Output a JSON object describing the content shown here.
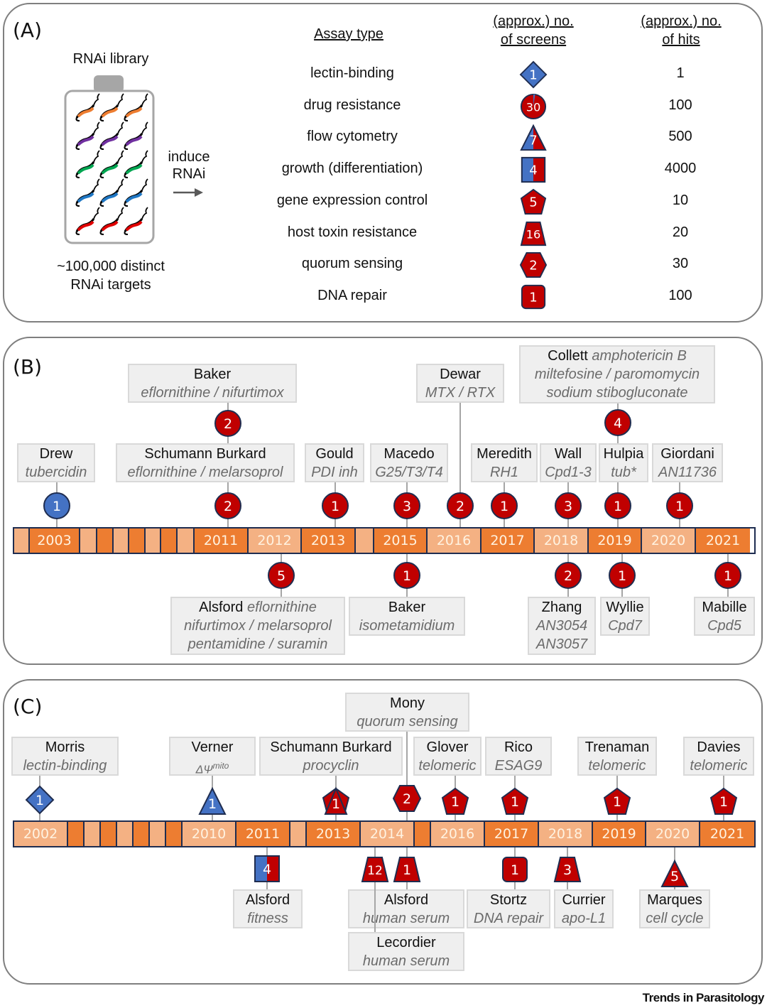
{
  "colors": {
    "red": "#c00000",
    "blue": "#4472c4",
    "outline": "#1f2d50",
    "year_dark": "#ed7d31",
    "year_light": "#f4b183",
    "box_fill": "#efefef"
  },
  "panelA": {
    "label": "(A)",
    "library_title": "RNAi library",
    "library_caption_line1": "~100,000 distinct",
    "library_caption_line2": "RNAi targets",
    "induce_line1": "induce",
    "induce_line2": "RNAi",
    "arrow_icon": "right-arrow-icon",
    "parasite_colors": [
      "#ed7d31",
      "#7030a0",
      "#00a651",
      "#1f77c4",
      "#e00000"
    ],
    "headers": {
      "assay": "Assay type",
      "screens_line1": "(approx.) no.",
      "screens_line2": "of screens",
      "hits_line1": "(approx.) no.",
      "hits_line2": "of hits"
    },
    "rows": [
      {
        "assay": "lectin-binding",
        "screens": "1",
        "hits": "1",
        "shape": "diamond",
        "fill": "blue"
      },
      {
        "assay": "drug resistance",
        "screens": "30",
        "hits": "100",
        "shape": "circle",
        "fill": "red-mostly"
      },
      {
        "assay": "flow cytometry",
        "screens": "7",
        "hits": "500",
        "shape": "triangle",
        "fill": "split"
      },
      {
        "assay": "growth (differentiation)",
        "screens": "4",
        "hits": "4000",
        "shape": "square",
        "fill": "split"
      },
      {
        "assay": "gene expression control",
        "screens": "5",
        "hits": "10",
        "shape": "pentagon",
        "fill": "red"
      },
      {
        "assay": "host toxin resistance",
        "screens": "16",
        "hits": "20",
        "shape": "trapezoid",
        "fill": "red"
      },
      {
        "assay": "quorum sensing",
        "screens": "2",
        "hits": "30",
        "shape": "hexagon",
        "fill": "red"
      },
      {
        "assay": "DNA repair",
        "screens": "1",
        "hits": "100",
        "shape": "rounded-square",
        "fill": "red"
      }
    ]
  },
  "panelB": {
    "label": "(B)",
    "years": [
      {
        "label": "",
        "tone": "light"
      },
      {
        "label": "2003",
        "tone": "dark"
      },
      {
        "label": "",
        "tone": "light"
      },
      {
        "label": "",
        "tone": "dark"
      },
      {
        "label": "",
        "tone": "light"
      },
      {
        "label": "",
        "tone": "dark"
      },
      {
        "label": "",
        "tone": "light"
      },
      {
        "label": "",
        "tone": "dark"
      },
      {
        "label": "",
        "tone": "light"
      },
      {
        "label": "2011",
        "tone": "dark"
      },
      {
        "label": "2012",
        "tone": "light"
      },
      {
        "label": "2013",
        "tone": "dark"
      },
      {
        "label": "",
        "tone": "light"
      },
      {
        "label": "2015",
        "tone": "dark"
      },
      {
        "label": "2016",
        "tone": "light"
      },
      {
        "label": "2017",
        "tone": "dark"
      },
      {
        "label": "2018",
        "tone": "light"
      },
      {
        "label": "2019",
        "tone": "dark"
      },
      {
        "label": "2020",
        "tone": "light"
      },
      {
        "label": "2021",
        "tone": "dark"
      }
    ],
    "entries": [
      {
        "author": "Drew",
        "detail": [
          "tubercidin"
        ],
        "count": "1",
        "shape": "circle",
        "fill": "blue",
        "year": "2003",
        "side": "top"
      },
      {
        "author": "Baker",
        "detail": [
          "eflornithine / nifurtimox"
        ],
        "count": "2",
        "shape": "circle",
        "fill": "red",
        "year": "2011",
        "side": "top-high"
      },
      {
        "author": "Schumann Burkard",
        "detail": [
          "eflornithine / melarsoprol"
        ],
        "count": "2",
        "shape": "circle",
        "fill": "red",
        "year": "2011",
        "side": "top"
      },
      {
        "author": "Gould",
        "detail": [
          "PDI inh"
        ],
        "count": "1",
        "shape": "circle",
        "fill": "red",
        "year": "2013",
        "side": "top"
      },
      {
        "author": "Macedo",
        "detail": [
          "G25/T3/T4"
        ],
        "count": "3",
        "shape": "circle",
        "fill": "red",
        "year": "2015",
        "side": "top"
      },
      {
        "author": "Dewar",
        "detail": [
          "MTX / RTX"
        ],
        "count": "2",
        "shape": "circle",
        "fill": "red",
        "year": "2016",
        "side": "top-high"
      },
      {
        "author": "Meredith",
        "detail": [
          "RH1"
        ],
        "count": "1",
        "shape": "circle",
        "fill": "red",
        "year": "2017",
        "side": "top"
      },
      {
        "author": "Wall",
        "detail": [
          "Cpd1-3"
        ],
        "count": "3",
        "shape": "circle",
        "fill": "red",
        "year": "2018",
        "side": "top"
      },
      {
        "author": "Collett",
        "detail_inline": "amphotericin B",
        "detail": [
          "miltefosine / paromomycin",
          "sodium stibogluconate"
        ],
        "count": "4",
        "shape": "circle",
        "fill": "red",
        "year": "2019",
        "side": "top-high"
      },
      {
        "author": "Hulpia",
        "detail": [
          "tub*"
        ],
        "count": "1",
        "shape": "circle",
        "fill": "red",
        "year": "2019",
        "side": "top"
      },
      {
        "author": "Giordani",
        "detail": [
          "AN11736"
        ],
        "count": "1",
        "shape": "circle",
        "fill": "red",
        "year": "2020",
        "side": "top"
      },
      {
        "author": "Alsford",
        "detail_inline": "eflornithine",
        "detail": [
          "nifurtimox / melarsoprol",
          "pentamidine / suramin"
        ],
        "count": "5",
        "shape": "circle",
        "fill": "red",
        "year": "2012",
        "side": "bottom"
      },
      {
        "author": "Baker",
        "detail": [
          "isometamidium"
        ],
        "count": "1",
        "shape": "circle",
        "fill": "red",
        "year": "2015",
        "side": "bottom"
      },
      {
        "author": "Zhang",
        "detail": [
          "AN3054",
          "AN3057"
        ],
        "count": "2",
        "shape": "circle",
        "fill": "red",
        "year": "2018",
        "side": "bottom"
      },
      {
        "author": "Wyllie",
        "detail": [
          "Cpd7"
        ],
        "count": "1",
        "shape": "circle",
        "fill": "red",
        "year": "2019",
        "side": "bottom"
      },
      {
        "author": "Mabille",
        "detail": [
          "Cpd5"
        ],
        "count": "1",
        "shape": "circle",
        "fill": "red",
        "year": "2021",
        "side": "bottom"
      }
    ]
  },
  "panelC": {
    "label": "(C)",
    "years": [
      {
        "label": "2002",
        "tone": "light"
      },
      {
        "label": "",
        "tone": "dark"
      },
      {
        "label": "",
        "tone": "light"
      },
      {
        "label": "",
        "tone": "dark"
      },
      {
        "label": "",
        "tone": "light"
      },
      {
        "label": "",
        "tone": "dark"
      },
      {
        "label": "",
        "tone": "light"
      },
      {
        "label": "",
        "tone": "dark"
      },
      {
        "label": "2010",
        "tone": "light"
      },
      {
        "label": "2011",
        "tone": "dark"
      },
      {
        "label": "",
        "tone": "light"
      },
      {
        "label": "2013",
        "tone": "dark"
      },
      {
        "label": "2014",
        "tone": "light"
      },
      {
        "label": "",
        "tone": "dark"
      },
      {
        "label": "2016",
        "tone": "light"
      },
      {
        "label": "2017",
        "tone": "dark"
      },
      {
        "label": "2018",
        "tone": "light"
      },
      {
        "label": "2019",
        "tone": "dark"
      },
      {
        "label": "2020",
        "tone": "light"
      },
      {
        "label": "2021",
        "tone": "dark"
      }
    ],
    "entries": [
      {
        "author": "Morris",
        "detail": [
          "lectin-binding"
        ],
        "count": "1",
        "shape": "diamond",
        "fill": "blue",
        "year": "2002",
        "side": "top"
      },
      {
        "author": "Verner",
        "detail": [
          "ΔΨ"
        ],
        "detail_sup": "mito",
        "count": "1",
        "shape": "triangle",
        "fill": "blue",
        "year": "2010",
        "side": "top"
      },
      {
        "author": "Schumann Burkard",
        "detail": [
          "procyclin"
        ],
        "count": "1",
        "shape": "pentagon-triangle",
        "fill": "red",
        "year": "2013",
        "side": "top"
      },
      {
        "author": "Mony",
        "detail": [
          "quorum sensing"
        ],
        "count": "2",
        "shape": "hexagon",
        "fill": "red",
        "year": "2014",
        "side": "top-high"
      },
      {
        "author": "Glover",
        "detail": [
          "telomeric"
        ],
        "count": "1",
        "shape": "pentagon",
        "fill": "red",
        "year": "2016",
        "side": "top"
      },
      {
        "author": "Rico",
        "detail": [
          "ESAG9"
        ],
        "count": "1",
        "shape": "pentagon",
        "fill": "red",
        "year": "2017",
        "side": "top"
      },
      {
        "author": "Trenaman",
        "detail": [
          "telomeric"
        ],
        "count": "1",
        "shape": "pentagon",
        "fill": "red",
        "year": "2019",
        "side": "top"
      },
      {
        "author": "Davies",
        "detail": [
          "telomeric"
        ],
        "count": "1",
        "shape": "pentagon",
        "fill": "red",
        "year": "2021",
        "side": "top"
      },
      {
        "author": "Alsford",
        "detail": [
          "fitness"
        ],
        "count": "4",
        "shape": "square",
        "fill": "split",
        "year": "2011",
        "side": "bottom"
      },
      {
        "author": "Alsford",
        "detail": [
          "human serum"
        ],
        "count": "1",
        "shape": "trapezoid",
        "fill": "red",
        "year": "2014",
        "side": "bottom"
      },
      {
        "author": "Lecordier",
        "detail": [
          "human serum"
        ],
        "count": "12",
        "shape": "trapezoid",
        "fill": "red",
        "year": "2014",
        "side": "bottom-low"
      },
      {
        "author": "Stortz",
        "detail": [
          "DNA repair"
        ],
        "count": "1",
        "shape": "rounded-square",
        "fill": "red",
        "year": "2017",
        "side": "bottom"
      },
      {
        "author": "Currier",
        "detail": [
          "apo-L1"
        ],
        "count": "3",
        "shape": "trapezoid",
        "fill": "red",
        "year": "2018",
        "side": "bottom"
      },
      {
        "author": "Marques",
        "detail": [
          "cell cycle"
        ],
        "count": "5",
        "shape": "triangle",
        "fill": "red",
        "year": "2020",
        "side": "bottom"
      }
    ]
  },
  "footer": "Trends in Parasitology"
}
